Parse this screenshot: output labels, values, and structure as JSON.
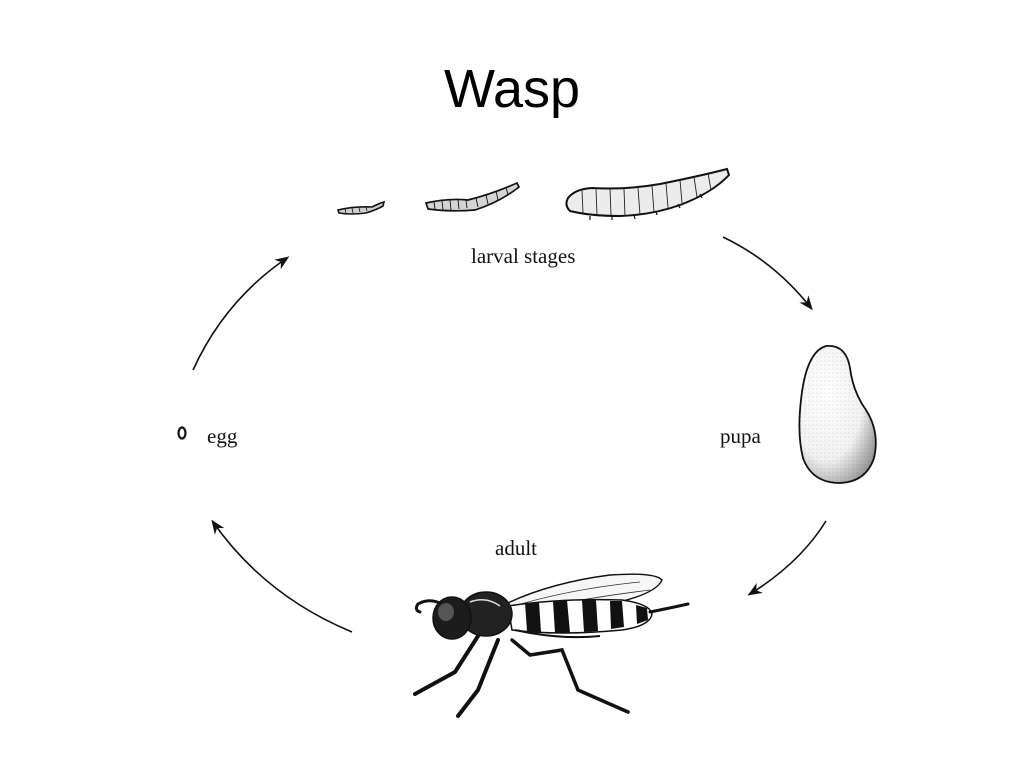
{
  "title": "Wasp",
  "stages": {
    "egg": "egg",
    "larva": "larval stages",
    "pupa": "pupa",
    "adult": "adult"
  },
  "icons": [
    "egg-icon",
    "larva-small-icon",
    "larva-medium-icon",
    "larva-large-icon",
    "pupa-icon",
    "wasp-adult-icon"
  ],
  "colors": {
    "ink": "#111111",
    "background": "#ffffff"
  }
}
